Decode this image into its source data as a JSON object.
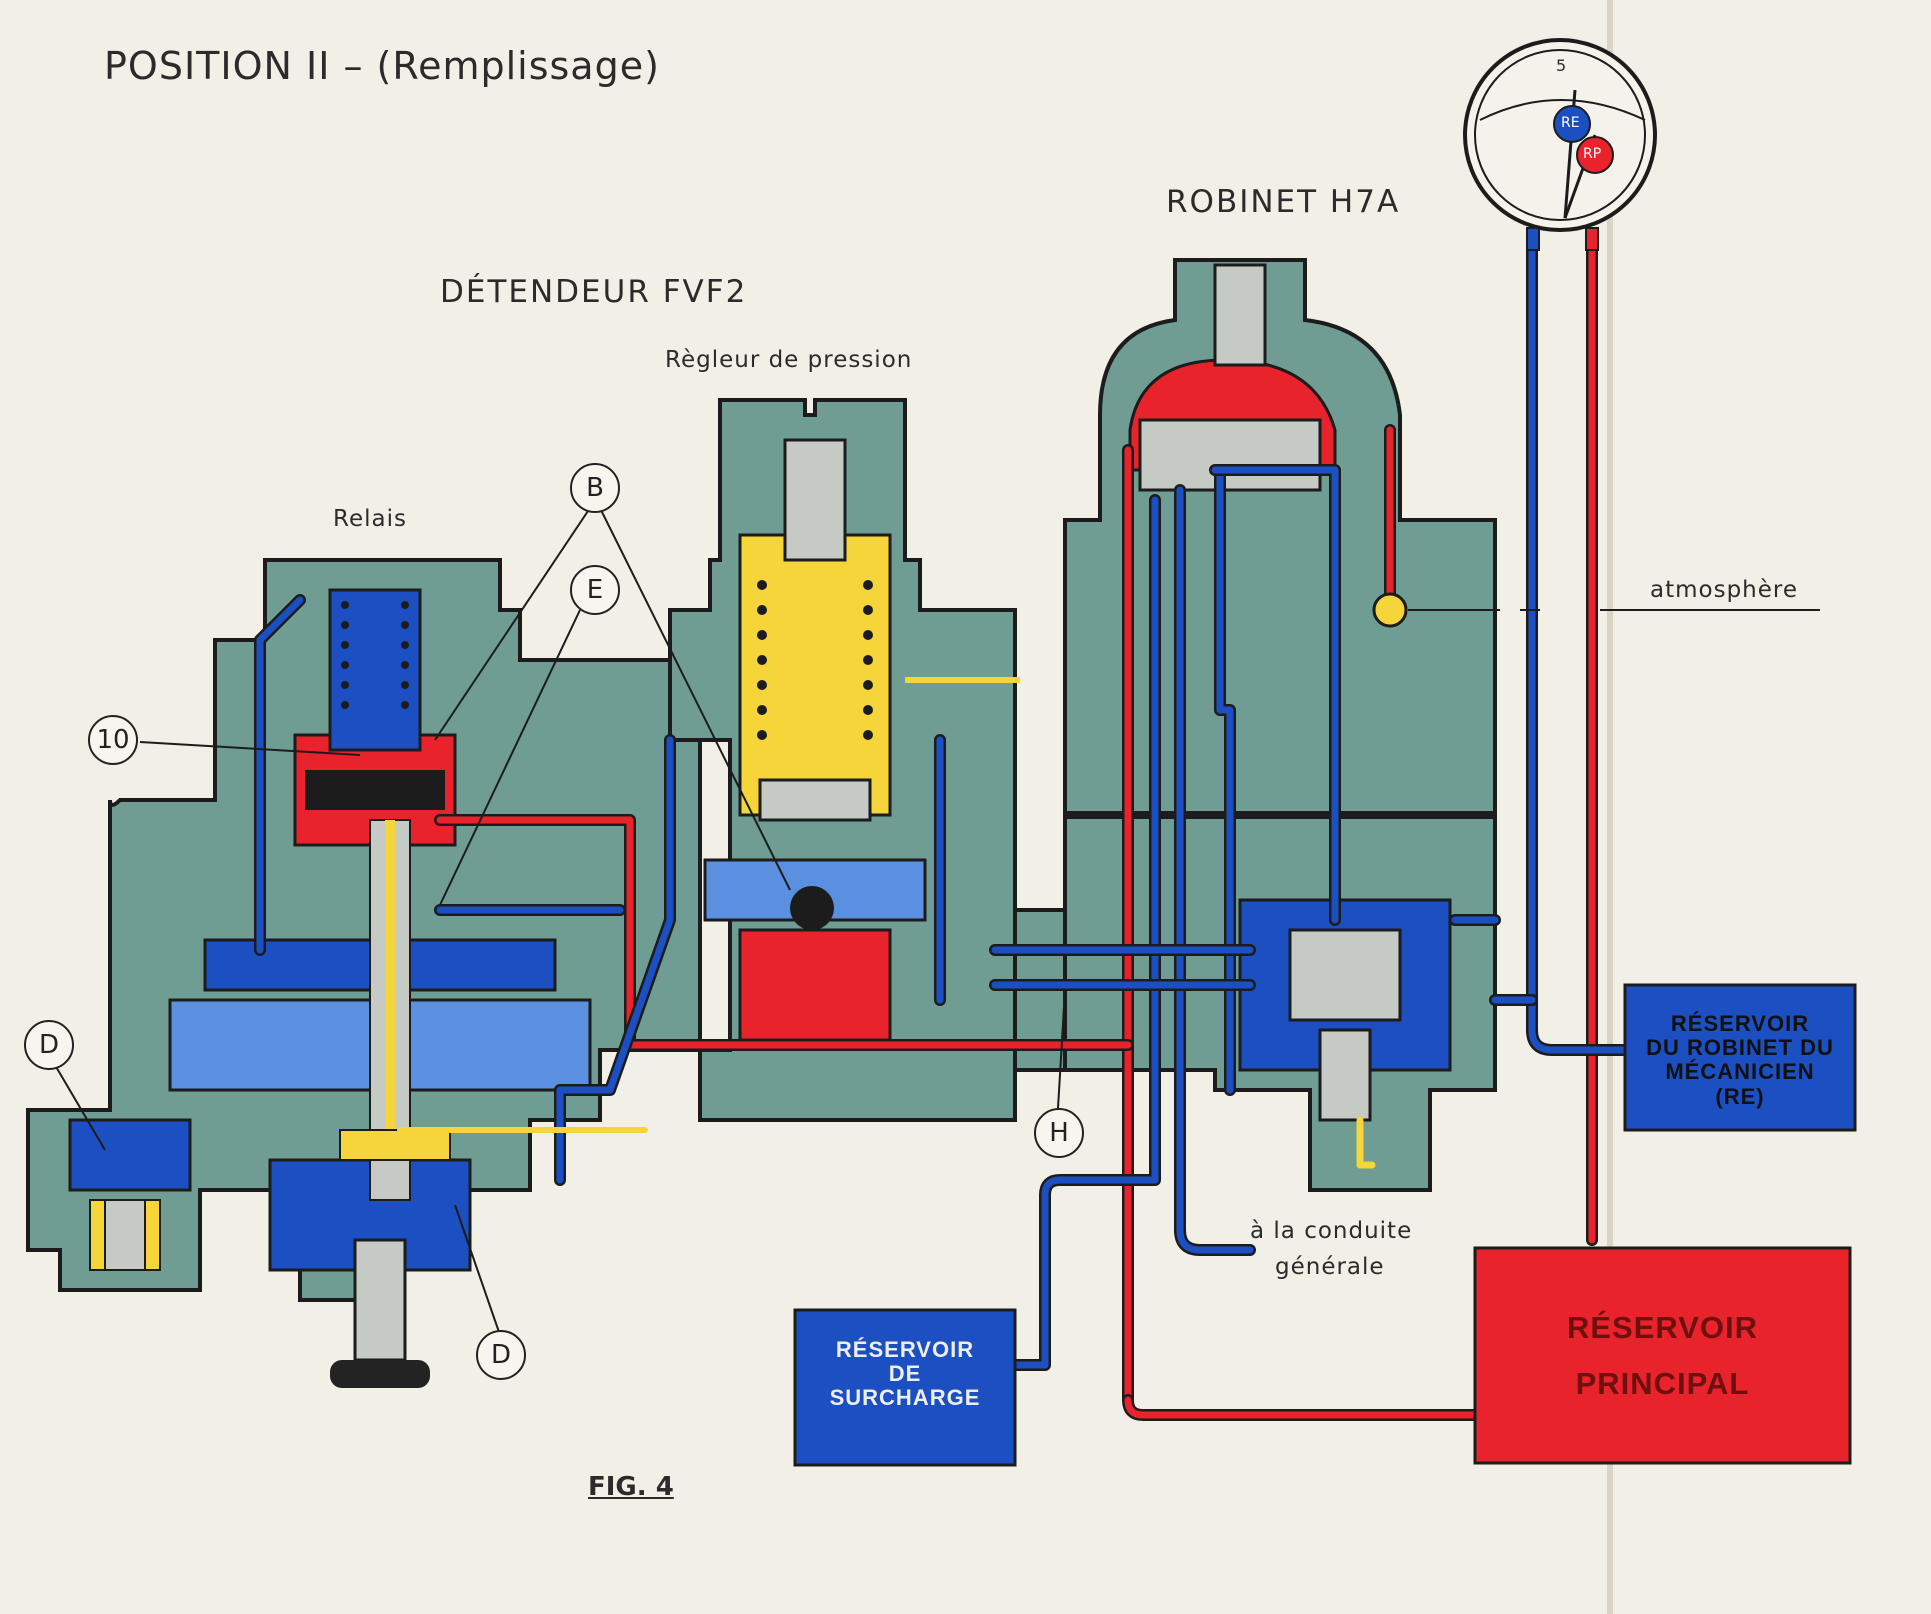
{
  "title": "POSITION II – (Remplissage)",
  "headers": {
    "detendeur": "DÉTENDEUR  FVF2",
    "robinet": "ROBINET H7A"
  },
  "labels": {
    "regleur": "Règleur de pression",
    "relais": "Relais",
    "atmosphere": "atmosphère",
    "conduite_line1": "à la conduite",
    "conduite_line2": "générale"
  },
  "callouts": {
    "b": "B",
    "e": "E",
    "ten": "10",
    "d_left": "D",
    "d_bottom": "D",
    "h": "H"
  },
  "reservoirs": {
    "robinet": "RÉSERVOIR\nDU ROBINET DU\nMÉCANICIEN\n(RE)",
    "surcharge": "RÉSERVOIR\nDE\nSURCHARGE",
    "principal": "RÉSERVOIR\nPRINCIPAL"
  },
  "gauge": {
    "scale_mark": "5",
    "needle_re": "RE",
    "needle_rp": "RP"
  },
  "figure": "FIG. 4",
  "colors": {
    "body": "#6f9d93",
    "high_pressure": "#e8232b",
    "low_pressure": "#1c4fc1",
    "light_blue": "#5b8fe0",
    "yellow": "#f5d53a",
    "grey": "#c5cac4",
    "paper": "#f1efe6"
  }
}
